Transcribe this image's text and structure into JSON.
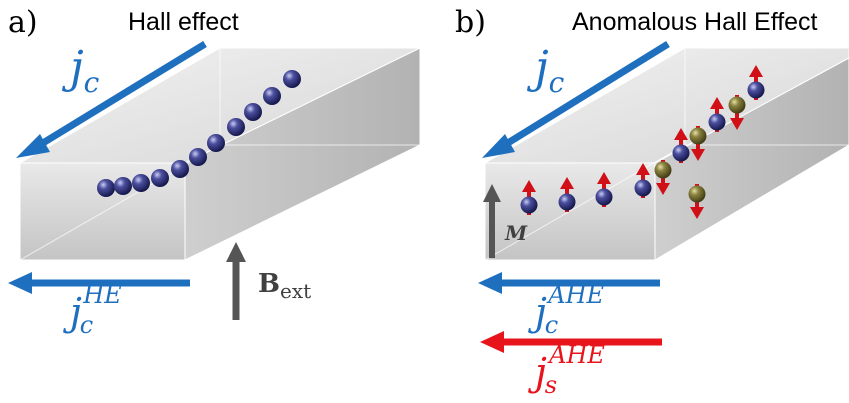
{
  "panels": [
    {
      "letter": "a)",
      "title": "Hall effect",
      "current_label": {
        "base": "j",
        "sub": "c"
      },
      "transverse_current_label": {
        "base": "j",
        "sub": "c",
        "sup": "HE"
      },
      "field_label": {
        "base": "B",
        "sub": "ext"
      }
    },
    {
      "letter": "b)",
      "title": "Anomalous Hall Effect",
      "current_label": {
        "base": "j",
        "sub": "c"
      },
      "transverse_current_label": {
        "base": "j",
        "sub": "c",
        "sup": "AHE"
      },
      "spin_current_label": {
        "base": "j",
        "sub": "s",
        "sup": "AHE"
      },
      "magnetization_label": "M"
    }
  ],
  "colors": {
    "charge_current": "#1f6fbf",
    "spin_current": "#e8141c",
    "field_arrow": "#555555",
    "electron": "#2e2f7a",
    "electron_alt": "#7a7332",
    "spin_arrow": "#d10f16"
  }
}
